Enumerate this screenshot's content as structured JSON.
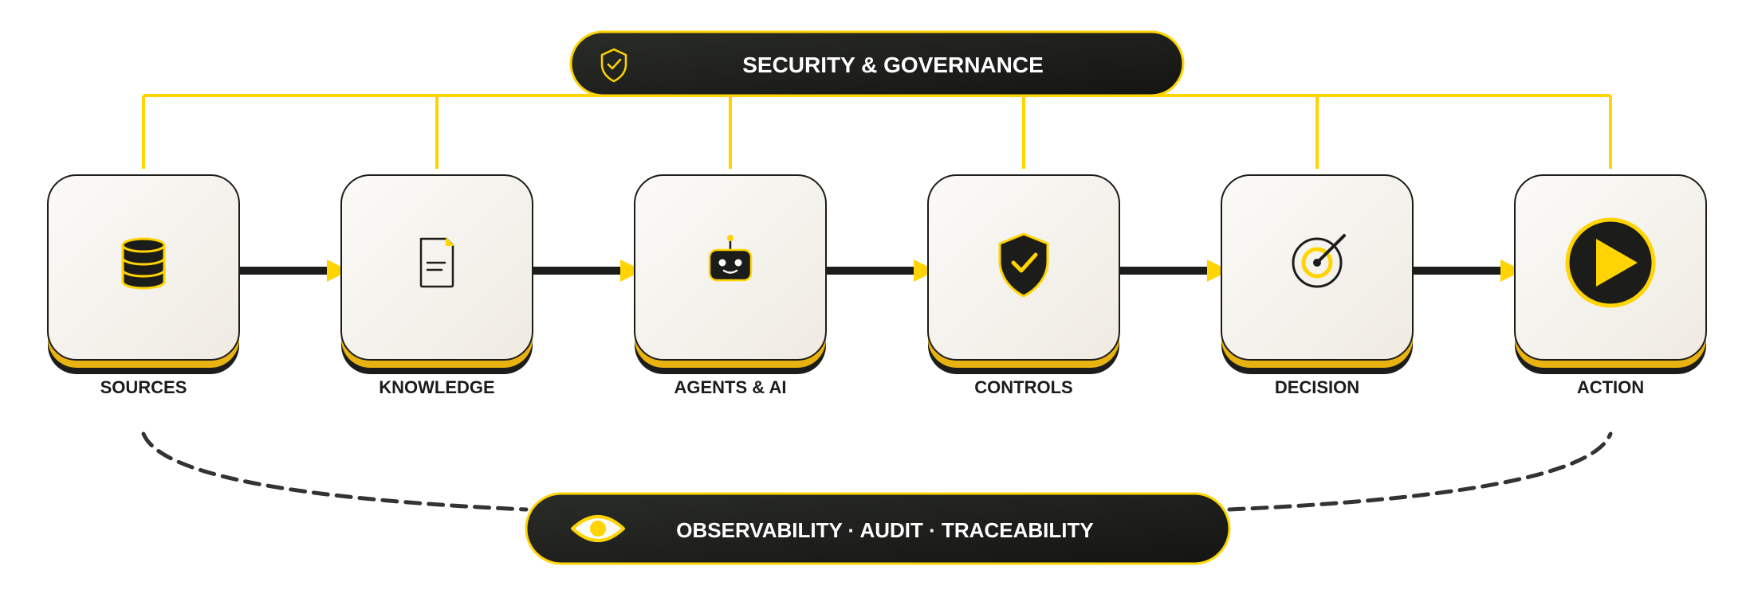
{
  "colors": {
    "accent": "#FFD400",
    "accent_dark": "#E8B310",
    "dark": "#1C1D1B",
    "box_fill_light": "#FBFAF7",
    "box_fill_warm": "#EFEBE3",
    "label": "#1C1C1C"
  },
  "top_banner": {
    "icon": "shield-check-icon",
    "label": "SECURITY & GOVERNANCE"
  },
  "stages": [
    {
      "icon": "database-icon",
      "label": "SOURCES"
    },
    {
      "icon": "document-icon",
      "label": "KNOWLEDGE"
    },
    {
      "icon": "robot-icon",
      "label": "AGENTS & AI"
    },
    {
      "icon": "shield-check-icon",
      "label": "CONTROLS"
    },
    {
      "icon": "target-icon",
      "label": "DECISION"
    },
    {
      "icon": "play-icon",
      "label": "ACTION"
    }
  ],
  "bottom_banner": {
    "icon": "eye-icon",
    "label": "OBSERVABILITY · AUDIT · TRACEABILITY"
  }
}
